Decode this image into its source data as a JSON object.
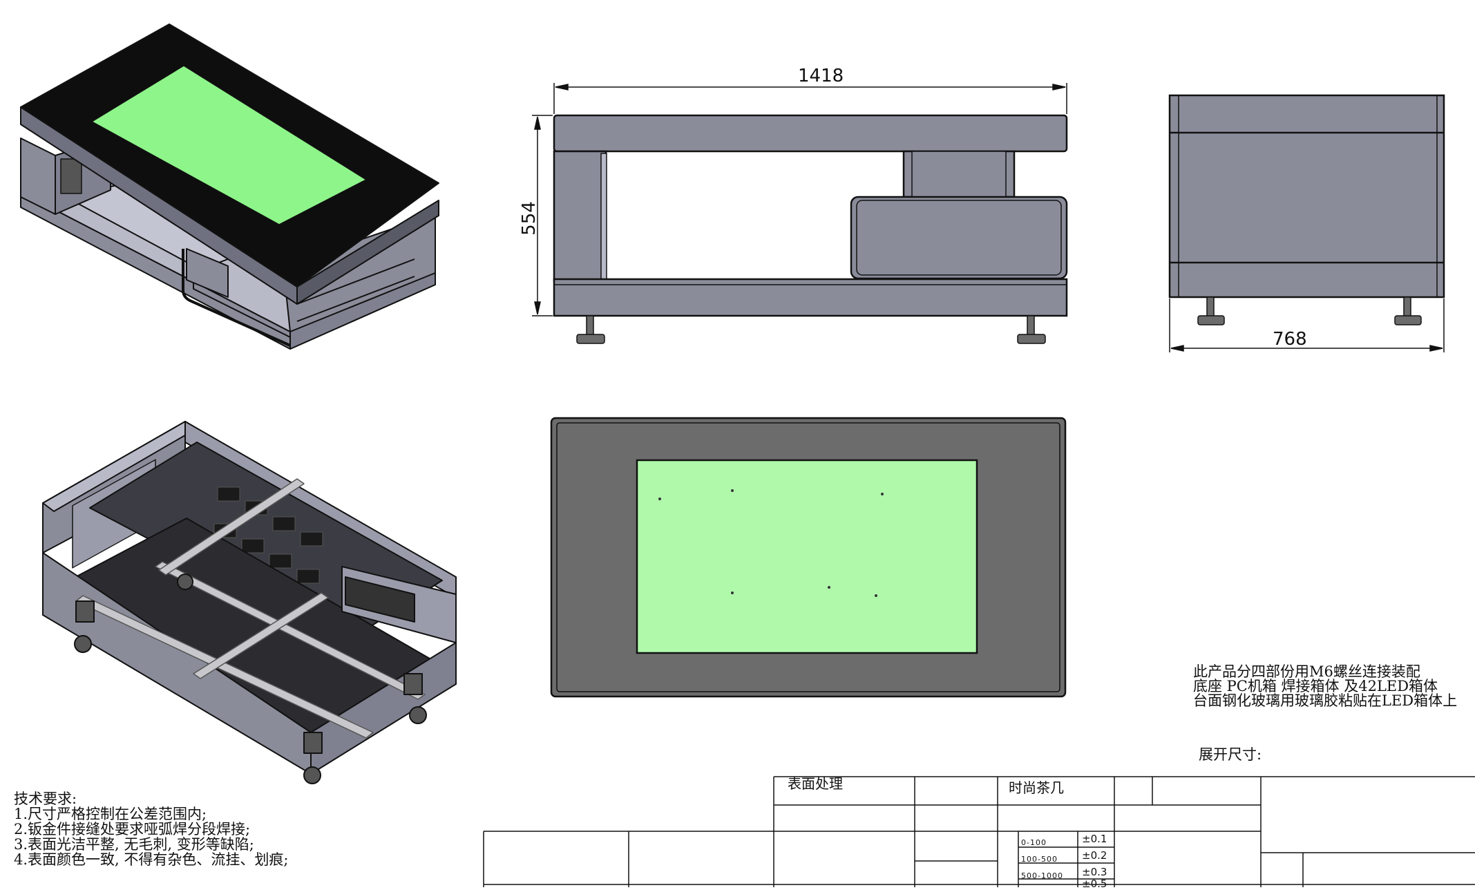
{
  "dimensions": {
    "front_width": "1418",
    "front_height": "554",
    "side_width": "768"
  },
  "notes": {
    "assembly": [
      "此产品分四部份用M6螺丝连接装配",
      "底座 PC机箱   焊接箱体  及42LED箱体",
      "台面钢化玻璃用玻璃胶粘贴在LED箱体上"
    ],
    "unfold_size_label": "展开尺寸:",
    "tech_title": "技术要求:",
    "tech_items": [
      "1.尺寸严格控制在公差范围内;",
      "2.钣金件接缝处要求哑弧焊分段焊接;",
      "3.表面光洁平整, 无毛刺, 变形等缺陷;",
      "4.表面颜色一致, 不得有杂色、流挂、划痕;"
    ]
  },
  "title_block": {
    "surface_treatment": "表面处理",
    "product_name": "时尚茶几",
    "tolerances": [
      {
        "range": "0-100",
        "value": "±0.1"
      },
      {
        "range": "100-500",
        "value": "±0.2"
      },
      {
        "range": "500-1000",
        "value": "±0.3"
      },
      {
        "range": "",
        "value": "±0.5"
      }
    ]
  },
  "colors": {
    "body_gray": "#8a8c9a",
    "dark_gray": "#6c6c6c",
    "light_gray": "#b8bac8",
    "screen_green": "#8ef58a",
    "screen_light_green": "#b0f9ab",
    "bezel_black": "#0e0e0e"
  }
}
